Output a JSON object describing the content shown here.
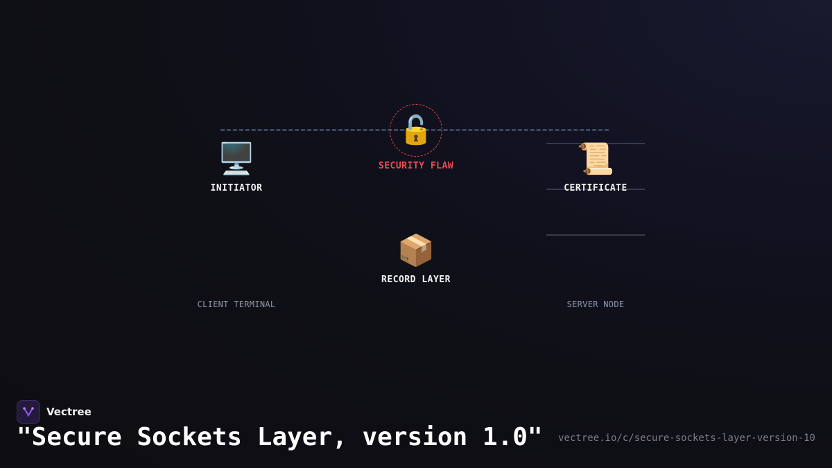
{
  "diagram": {
    "nodes": {
      "initiator": {
        "emoji": "🖥️",
        "label": "INITIATOR",
        "icon": "desktop-computer-icon"
      },
      "security_flaw": {
        "emoji": "🔓",
        "label": "SECURITY FLAW",
        "icon": "open-padlock-icon",
        "color": "#ef4a4f"
      },
      "certificate": {
        "emoji": "📜",
        "label": "CERTIFICATE",
        "icon": "scroll-icon"
      },
      "record_layer": {
        "emoji": "📦",
        "label": "RECORD LAYER",
        "icon": "package-icon"
      }
    },
    "captions": {
      "client": "CLIENT TERMINAL",
      "server": "SERVER NODE"
    }
  },
  "footer": {
    "brand": "Vectree",
    "title": "\"Secure Sockets Layer, version 1.0\"",
    "url": "vectree.io/c/secure-sockets-layer-version-10"
  },
  "colors": {
    "background": "#0f0f16",
    "flaw_accent": "#ef4a4f",
    "dashed_link": "#3a4660"
  }
}
